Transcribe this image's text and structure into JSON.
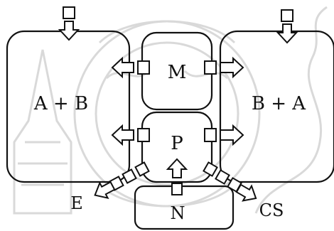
{
  "diagram": {
    "colors": {
      "ink": "#111111",
      "watermark": "#d9d9d9",
      "background": "#ffffff"
    },
    "watermark_icon": "ornamental-seal-watermark",
    "boxes": {
      "left": {
        "label": "A + B"
      },
      "right": {
        "label": "B + A"
      },
      "top_center": {
        "label": "M"
      },
      "middle_center": {
        "label": "P"
      },
      "bottom_center": {
        "label": "N"
      }
    },
    "outputs": {
      "left": {
        "label": "E"
      },
      "right": {
        "label": "CS"
      }
    }
  }
}
